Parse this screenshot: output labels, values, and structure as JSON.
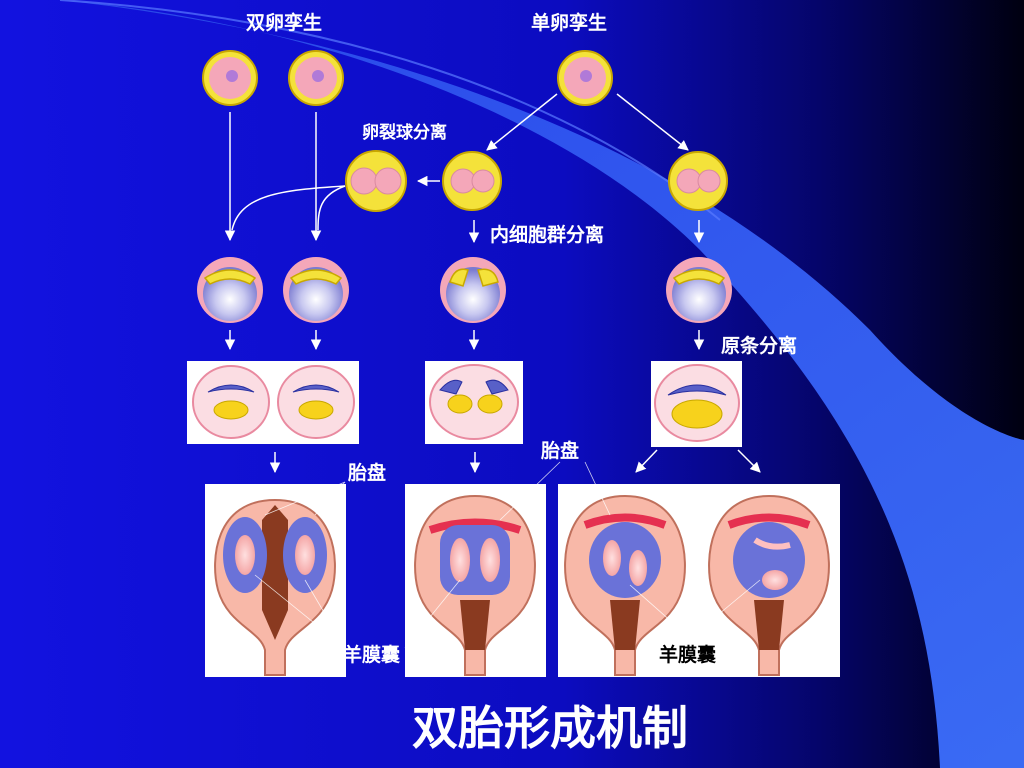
{
  "slide": {
    "title": "双胎形成机制",
    "labels": {
      "dizygotic": "双卵孪生",
      "monozygotic": "单卵孪生",
      "blastomere_separation": "卵裂球分离",
      "inner_cell_mass_separation": "内细胞群分离",
      "primitive_streak_separation": "原条分离",
      "placenta_left": "胎盘",
      "placenta_right": "胎盘",
      "amniotic_sac_left": "羊膜囊",
      "amniotic_sac_right": "羊膜囊"
    },
    "colors": {
      "background_left": "#1010d8",
      "background_right": "#000000",
      "swoosh_light": "#3a6cff",
      "zona_yellow": "#f5e23a",
      "cell_pink": "#f4a7b9",
      "arrow": "#ffffff"
    }
  }
}
